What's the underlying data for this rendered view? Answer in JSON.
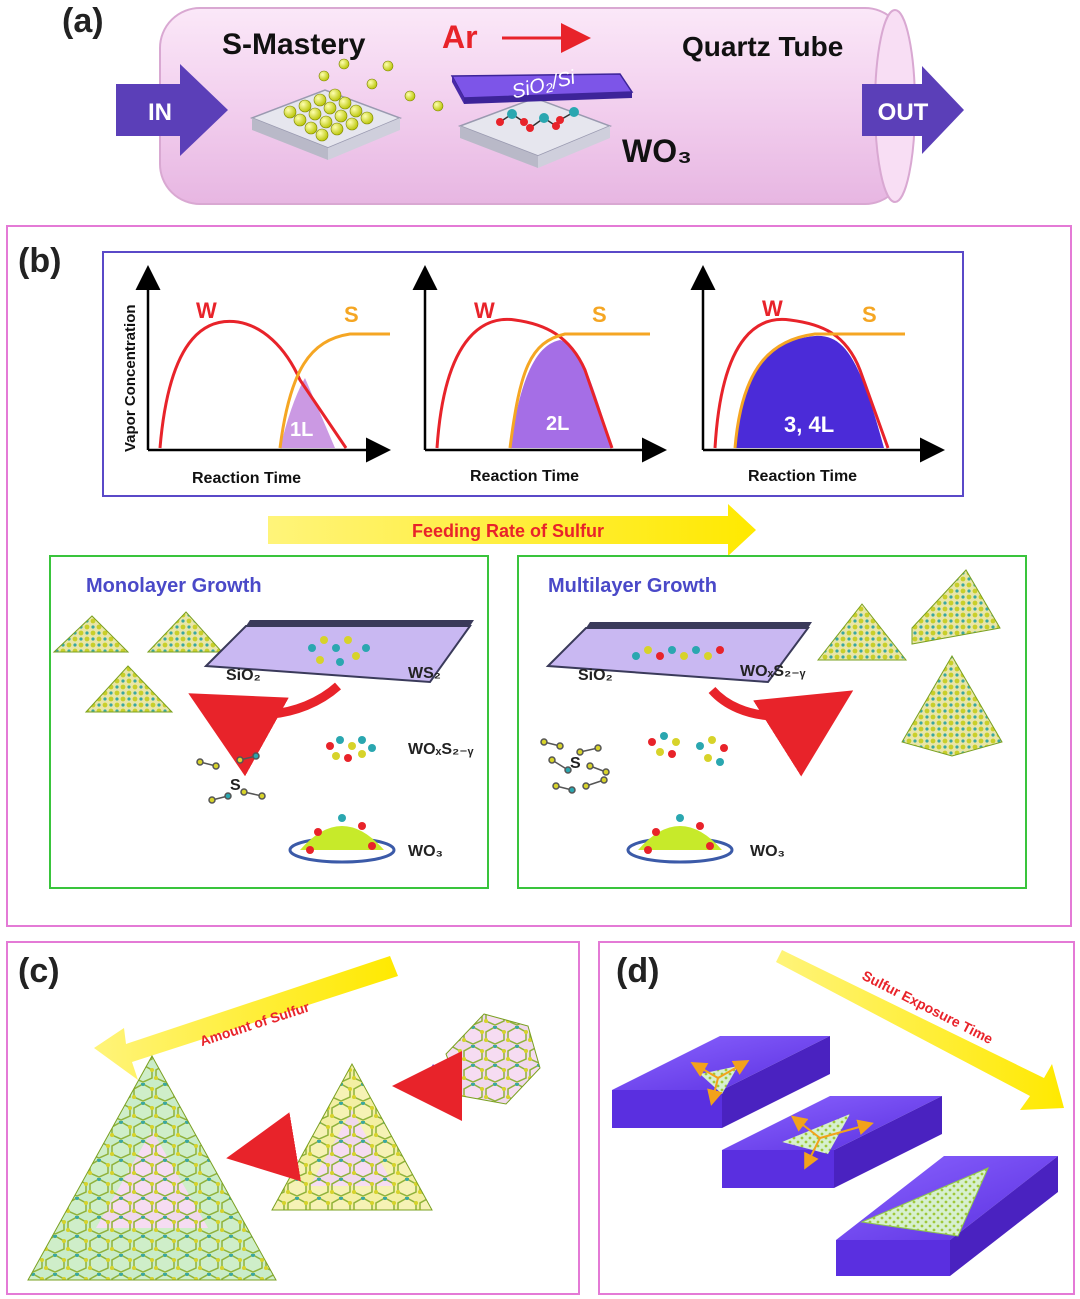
{
  "panel_a": {
    "label": "(a)",
    "s_mastery": "S-Mastery",
    "ar": "Ar",
    "quartz_tube": "Quartz Tube",
    "in": "IN",
    "out": "OUT",
    "substrate": "SiO₂/Si",
    "wo3": "WO₃"
  },
  "panel_b": {
    "label": "(b)",
    "y_label": "Vapor Concentration",
    "charts": [
      {
        "x_label": "Reaction Time",
        "w": "W",
        "s": "S",
        "region_label": "1L"
      },
      {
        "x_label": "Reaction Time",
        "w": "W",
        "s": "S",
        "region_label": "2L"
      },
      {
        "x_label": "Reaction Time",
        "w": "W",
        "s": "S",
        "region_label": "3, 4L"
      }
    ],
    "feeding_rate": "Feeding Rate of Sulfur",
    "mono": {
      "title": "Monolayer Growth",
      "sio2": "SiO₂",
      "ws2": "WS₂",
      "woxs": "WOₓS₂₋ᵧ",
      "s": "S",
      "wo3": "WO₃"
    },
    "multi": {
      "title": "Multilayer Growth",
      "sio2": "SiO₂",
      "woxs": "WOₓS₂₋ᵧ",
      "s": "S",
      "wo3": "WO₃"
    }
  },
  "panel_c": {
    "label": "(c)",
    "arrow_text": "Amount of Sulfur"
  },
  "panel_d": {
    "label": "(d)",
    "arrow_text": "Sulfur Exposure Time"
  },
  "colors": {
    "tube": "#f4d9f1",
    "arrow_purple": "#5b3fb8",
    "w_curve": "#e8232a",
    "s_curve": "#f5a623",
    "region": "#4b2bd8",
    "yellow_arrow": "#fff200",
    "plate": "#6a3df0",
    "green_box": "#39c43c",
    "pink_box": "#e47ad6"
  }
}
